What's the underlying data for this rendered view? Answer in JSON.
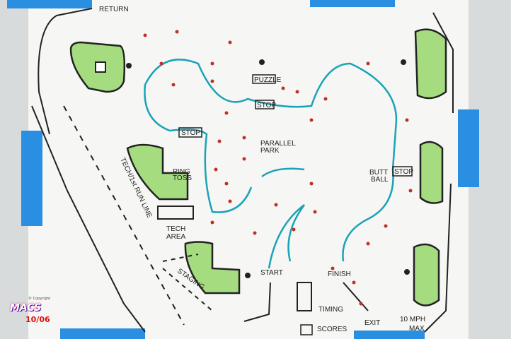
{
  "map": {
    "labels": {
      "return": "RETURN",
      "puzzle": "PUZZLE",
      "stop1": "STOP",
      "stop2": "STOP",
      "stop3": "STOP",
      "parallel_park_1": "PARALLEL",
      "parallel_park_2": "PARK",
      "ring_toss_1": "RING",
      "ring_toss_2": "TOSS",
      "tech_line": "TECH/1st RUN LINE",
      "tech_area_1": "TECH",
      "tech_area_2": "AREA",
      "staging": "STAGING",
      "start": "START",
      "finish": "FINISH",
      "timing": "TIMING",
      "scores": "SCORES",
      "exit": "EXIT",
      "speed_1": "10 MPH",
      "speed_2": "MAX",
      "butt_ball_1": "BUTT",
      "butt_ball_2": "BALL"
    },
    "colors": {
      "course": "#1aa3b8",
      "cone": "#c0302a",
      "grass": "#8fd16a",
      "tape": "#2a8fe0"
    }
  },
  "watermark": {
    "copyright": "© Copyright",
    "logo": "MACS",
    "date": "10/06"
  }
}
